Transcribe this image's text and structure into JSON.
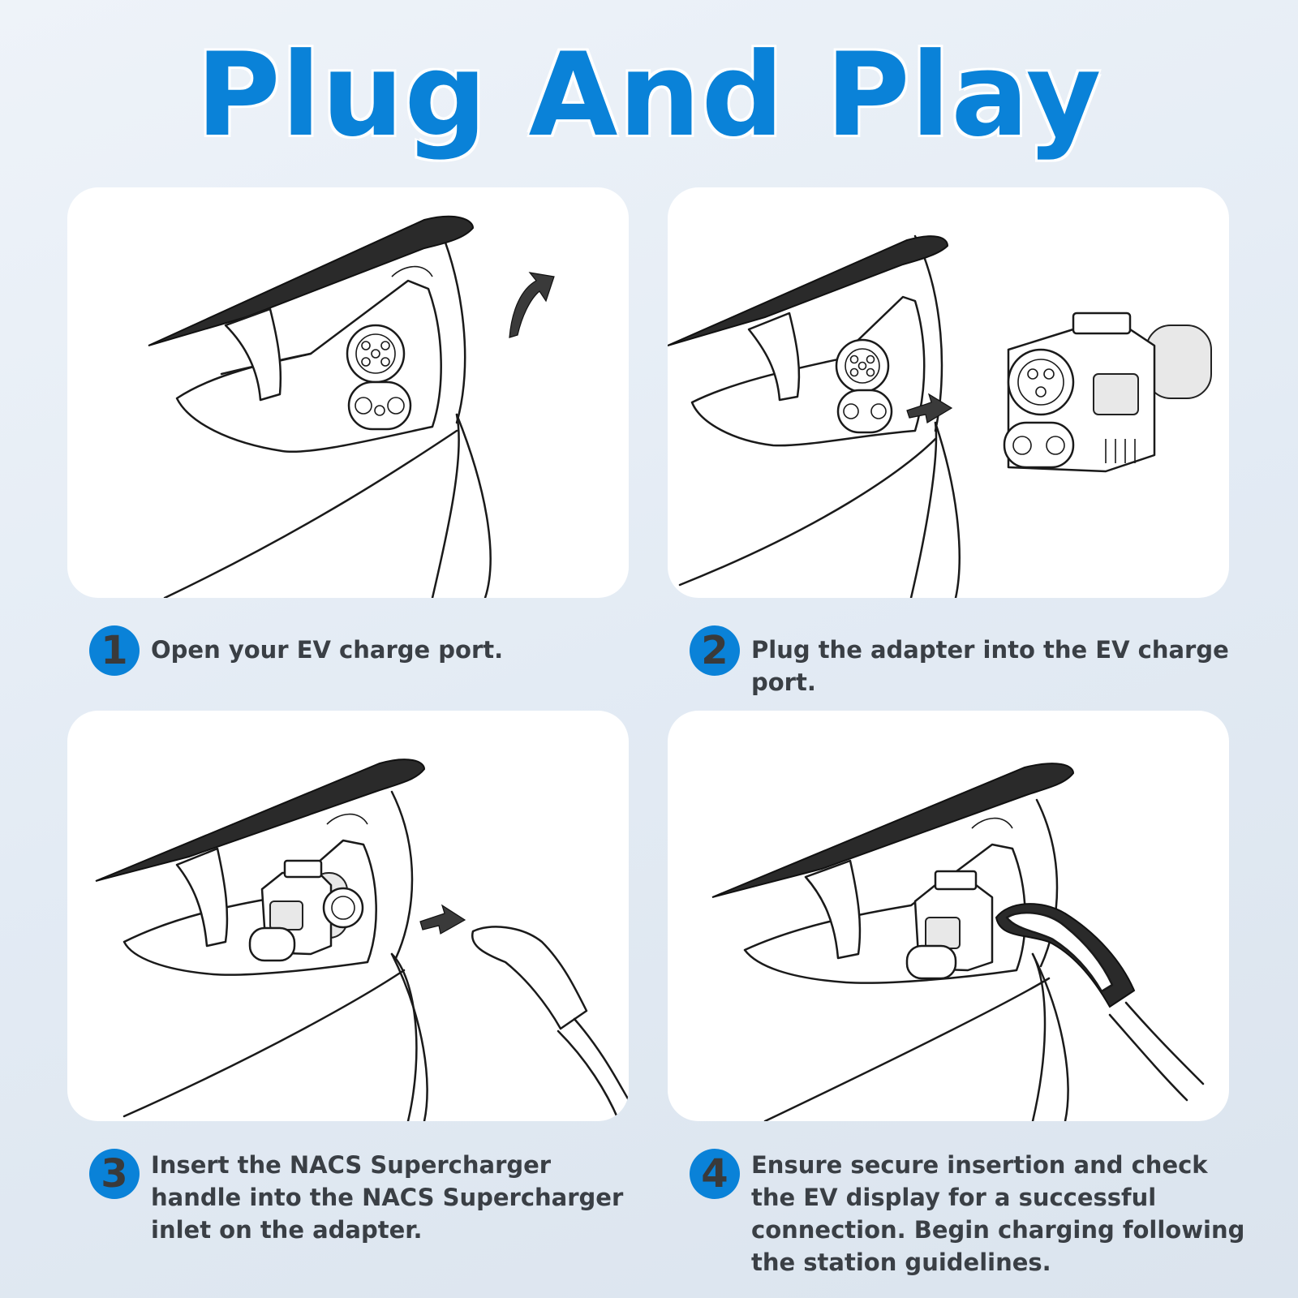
{
  "title": "Plug And Play",
  "colors": {
    "accent": "#0a82d8",
    "text": "#3a3f45",
    "panel": "#ffffff",
    "background": "#e3ebf4"
  },
  "steps": [
    {
      "number": "1",
      "text": "Open your EV charge port.",
      "icon": "charge-port-open-illustration"
    },
    {
      "number": "2",
      "text": "Plug the adapter into the EV charge port.",
      "icon": "adapter-insert-illustration"
    },
    {
      "number": "3",
      "text": "Insert the NACS Supercharger handle into the NACS Supercharger inlet on the adapter.",
      "icon": "handle-insert-illustration"
    },
    {
      "number": "4",
      "text": "Ensure secure insertion and check the EV display for a successful connection. Begin charging following the station guidelines.",
      "icon": "charging-connected-illustration"
    }
  ]
}
